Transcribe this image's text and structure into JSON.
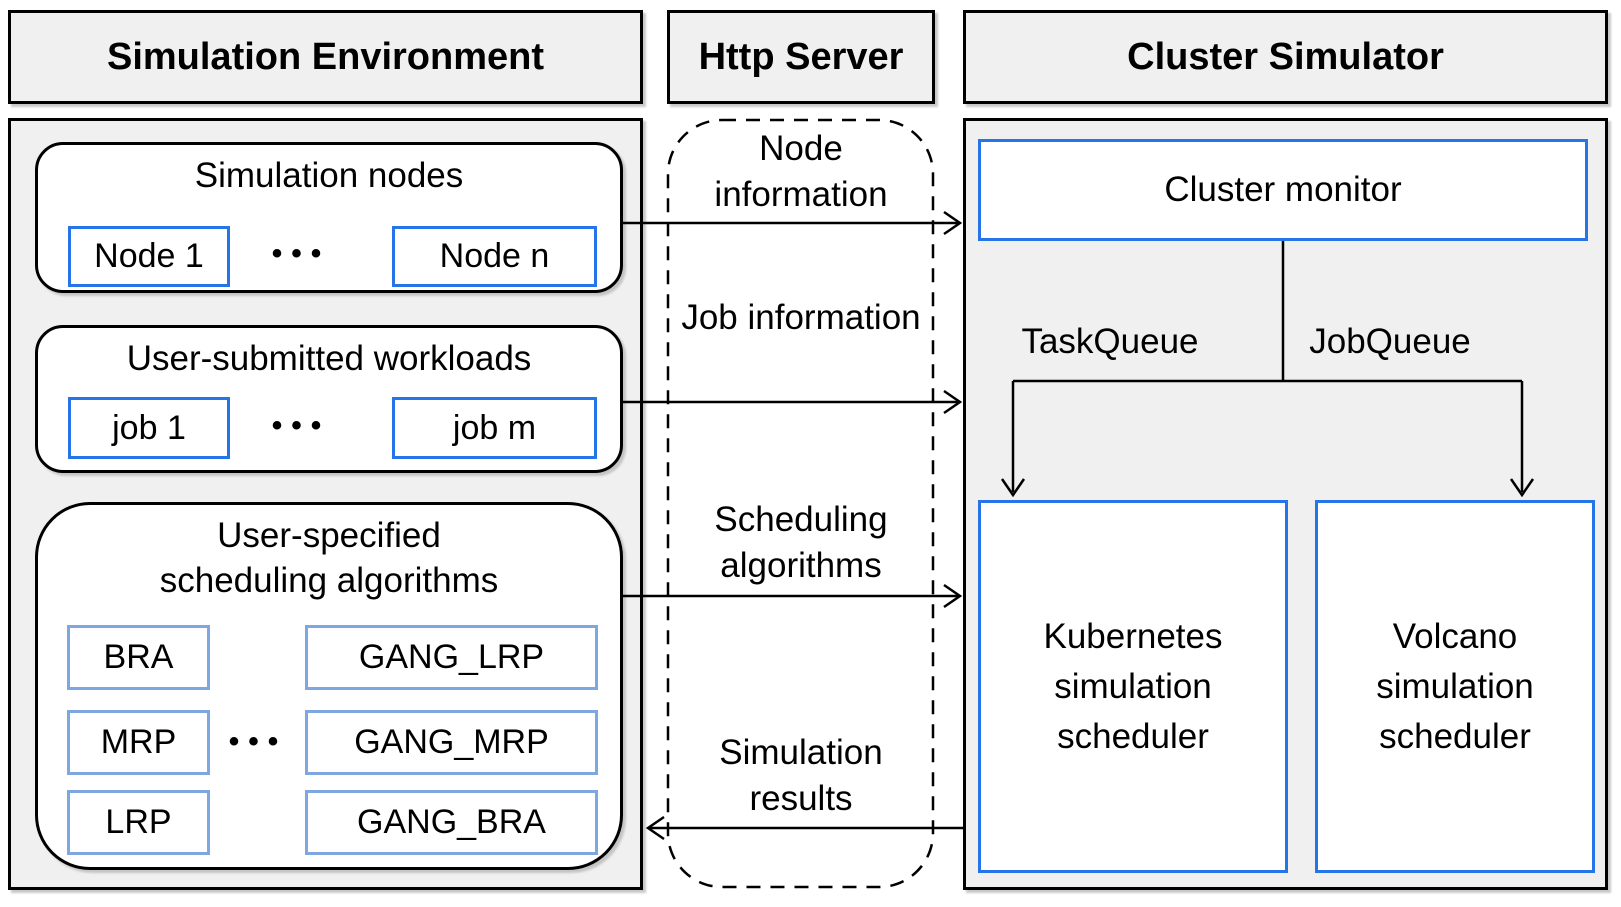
{
  "left": {
    "header": "Simulation Environment",
    "nodes_box": {
      "title": "Simulation nodes",
      "items": [
        "Node 1",
        "Node n"
      ],
      "dots": "•••"
    },
    "workloads_box": {
      "title": "User-submitted workloads",
      "items": [
        "job 1",
        "job m"
      ],
      "dots": "•••"
    },
    "algorithms_box": {
      "title_lines": [
        "User-specified",
        "scheduling algorithms"
      ],
      "left_items": [
        "BRA",
        "MRP",
        "LRP"
      ],
      "right_items": [
        "GANG_LRP",
        "GANG_MRP",
        "GANG_BRA"
      ],
      "dots": "•••"
    }
  },
  "middle": {
    "header": "Http Server",
    "labels": {
      "node_info": "Node information",
      "job_info": "Job information",
      "scheduling": "Scheduling algorithms",
      "results": "Simulation results"
    }
  },
  "right": {
    "header": "Cluster Simulator",
    "monitor_label": "Cluster monitor",
    "task_queue_label": "TaskQueue",
    "job_queue_label": "JobQueue",
    "schedulers": [
      "Kubernetes simulation scheduler",
      "Volcano simulation scheduler"
    ]
  },
  "colors": {
    "strong_blue": "#2575e8",
    "light_blue": "#7ea6e0",
    "panel_gray": "#f0f0f0",
    "line_black": "#000000"
  }
}
